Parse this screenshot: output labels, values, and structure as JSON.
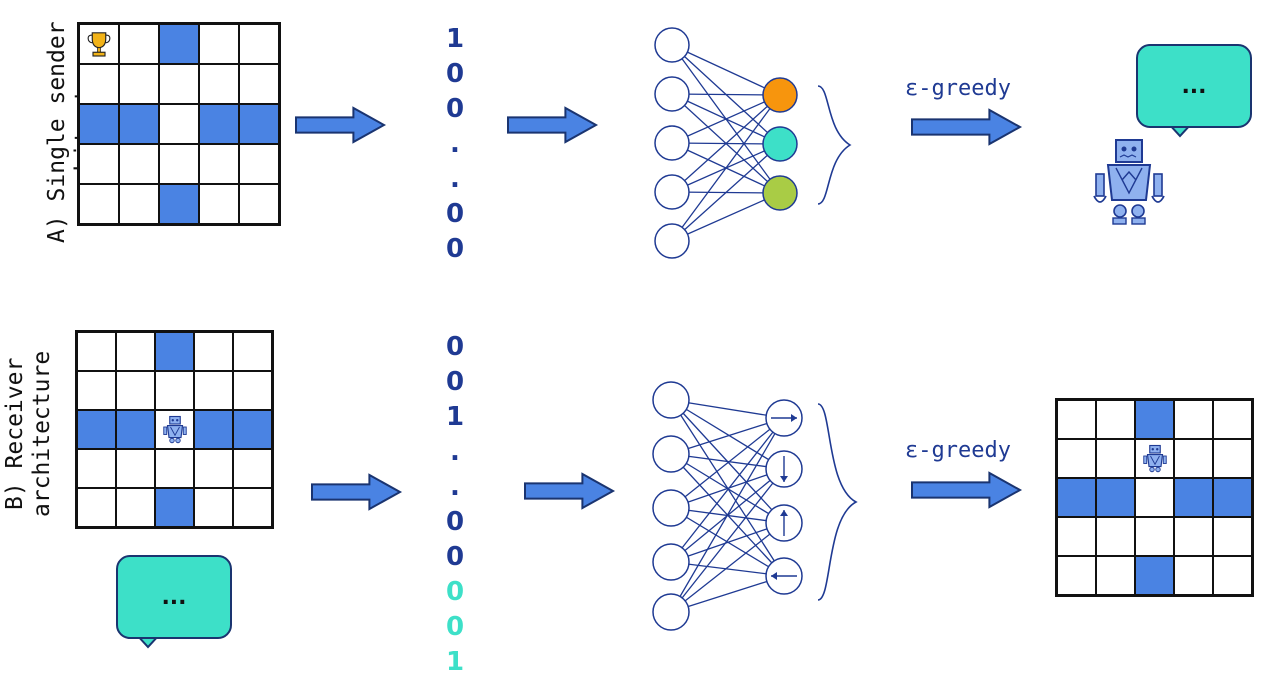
{
  "colors": {
    "blue": "#4a83e3",
    "navy": "#1f3a93",
    "teal": "#3de0c8",
    "orange": "#f7950d",
    "green": "#a9cc45"
  },
  "rowA": {
    "label_line1": "A) Single sender",
    "label_line2": "architecture",
    "bits": [
      "1",
      "0",
      "0",
      ".",
      ".",
      "0",
      "0"
    ],
    "eps_label": "ε-greedy",
    "bubble_text": "...",
    "grid_blue": [
      [
        0,
        2
      ],
      [
        2,
        0
      ],
      [
        2,
        1
      ],
      [
        2,
        3
      ],
      [
        2,
        4
      ],
      [
        4,
        2
      ]
    ],
    "trophy_cell": [
      0,
      0
    ],
    "icons": [
      "trophy-icon",
      "robot-icon"
    ]
  },
  "rowB": {
    "label_line1": "B) Receiver",
    "label_line2": "architecture",
    "bits": [
      "0",
      "0",
      "1",
      ".",
      ".",
      "0",
      "0",
      "0",
      "0",
      "1"
    ],
    "bits_teal_from": 7,
    "eps_label": "ε-greedy",
    "bubble_text": "...",
    "grid_blue": [
      [
        0,
        2
      ],
      [
        2,
        0
      ],
      [
        2,
        1
      ],
      [
        2,
        3
      ],
      [
        2,
        4
      ],
      [
        4,
        2
      ]
    ],
    "robot_cell_input": [
      2,
      2
    ],
    "robot_cell_output": [
      1,
      2
    ],
    "icons": [
      "robot-icon",
      "arrow-right-icon",
      "arrow-down-icon",
      "arrow-up-icon",
      "arrow-left-icon"
    ]
  }
}
